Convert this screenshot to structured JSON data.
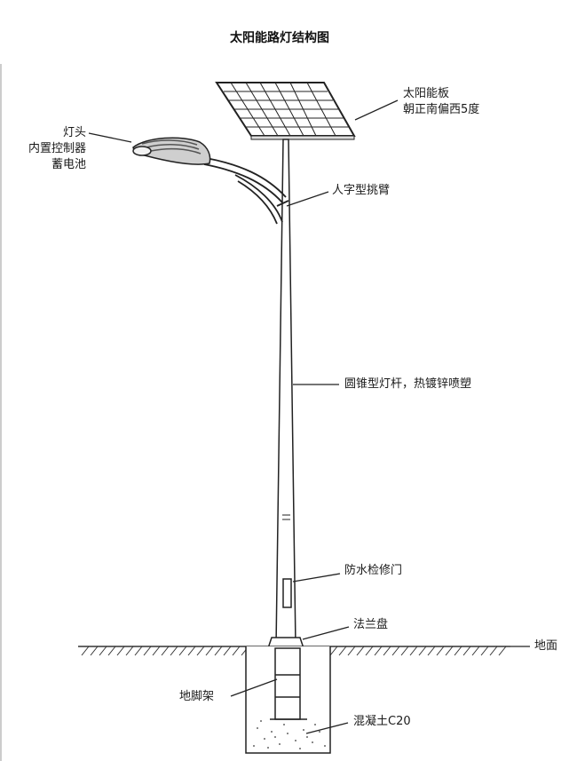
{
  "title": "太阳能路灯结构图",
  "labels": {
    "solar_panel": "太阳能板",
    "orientation": "朝正南偏西5度",
    "lamp_head": "灯头",
    "controller": "内置控制器",
    "battery": "蓄电池",
    "arm": "人字型挑臂",
    "pole": "圆锥型灯杆，热镀锌喷塑",
    "door": "防水检修门",
    "flange": "法兰盘",
    "ground": "地面",
    "anchor": "地脚架",
    "concrete": "混凝土C20"
  },
  "colors": {
    "line": "#222222",
    "panel_cell": "#ffffff",
    "soil": "#555555"
  }
}
